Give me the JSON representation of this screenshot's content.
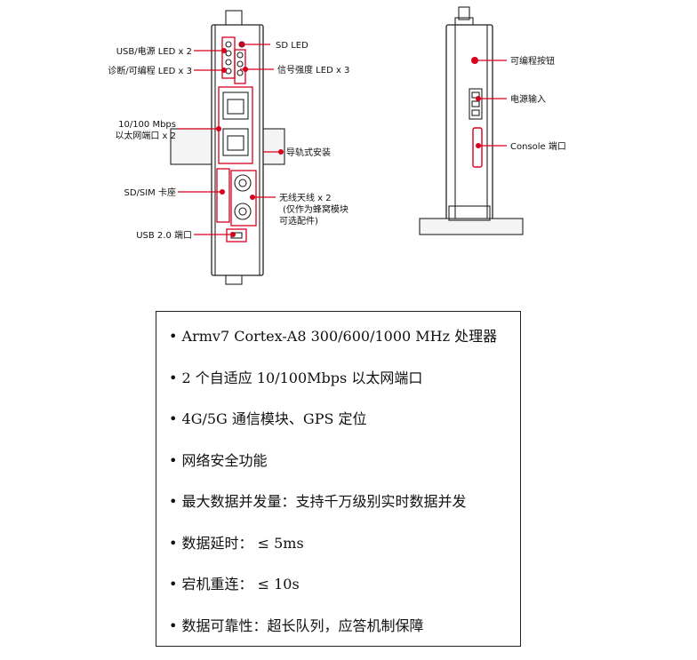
{
  "diagram": {
    "front_labels": {
      "usb_power_led": "USB/电源 LED x 2",
      "diag_led": "诊断/可编程 LED x 3",
      "ethernet": "10/100 Mbps",
      "ethernet2": "以太网端口 x 2",
      "sd_sim": "SD/SIM 卡座",
      "usb_port": "USB 2.0 端口",
      "sd_led": "SD LED",
      "signal_led": "信号强度 LED x 3",
      "din_rail": "导轨式安装",
      "antenna1": "无线天线 x 2",
      "antenna2": "(仅作为蜂窝模块",
      "antenna3": "可选配件)"
    },
    "side_labels": {
      "prog_button": "可编程按钮",
      "power_in": "电源输入",
      "console": "Console 端口"
    }
  },
  "features": [
    "• Armv7 Cortex-A8 300/600/1000 MHz  处理器",
    "• 2 个自适应 10/100Mbps 以太网端口",
    "• 4G/5G 通信模块、GPS 定位",
    "•  网络安全功能",
    "•  最大数据并发量：支持千万级别实时数据并发",
    "•  数据延时：  ≤  5ms",
    "•  宕机重连：  ≤  10s",
    "•  数据可靠性：超长队列，应答机制保障"
  ]
}
